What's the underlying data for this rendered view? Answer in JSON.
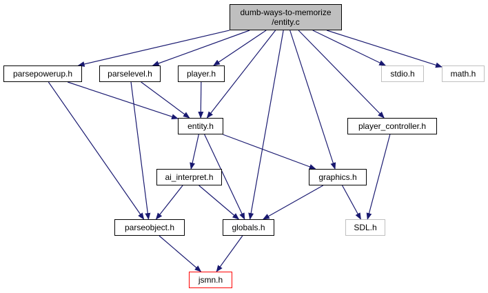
{
  "graph": {
    "root": {
      "line1": "dumb-ways-to-memorize",
      "line2": "/entity.c"
    },
    "nodes": {
      "parsepowerup": "parsepowerup.h",
      "parselevel": "parselevel.h",
      "player": "player.h",
      "entity": "entity.h",
      "stdio": "stdio.h",
      "math": "math.h",
      "player_controller": "player_controller.h",
      "ai_interpret": "ai_interpret.h",
      "graphics": "graphics.h",
      "parseobject": "parseobject.h",
      "globals": "globals.h",
      "sdl": "SDL.h",
      "jsmn": "jsmn.h"
    },
    "edges": [
      [
        "root",
        "parsepowerup"
      ],
      [
        "root",
        "parselevel"
      ],
      [
        "root",
        "player"
      ],
      [
        "root",
        "entity"
      ],
      [
        "root",
        "stdio"
      ],
      [
        "root",
        "math"
      ],
      [
        "root",
        "player_controller"
      ],
      [
        "root",
        "graphics"
      ],
      [
        "root",
        "globals"
      ],
      [
        "parsepowerup",
        "entity"
      ],
      [
        "parsepowerup",
        "parseobject"
      ],
      [
        "parselevel",
        "entity"
      ],
      [
        "parselevel",
        "parseobject"
      ],
      [
        "player",
        "entity"
      ],
      [
        "entity",
        "ai_interpret"
      ],
      [
        "entity",
        "graphics"
      ],
      [
        "entity",
        "globals"
      ],
      [
        "player_controller",
        "sdl"
      ],
      [
        "ai_interpret",
        "parseobject"
      ],
      [
        "ai_interpret",
        "globals"
      ],
      [
        "graphics",
        "globals"
      ],
      [
        "graphics",
        "sdl"
      ],
      [
        "parseobject",
        "jsmn"
      ],
      [
        "globals",
        "jsmn"
      ]
    ],
    "colors": {
      "edge": "#191970",
      "root_fill": "#bfbfbf",
      "node_border": "#000000",
      "external_border": "#bfbfbf",
      "missing_border": "#ff0000"
    }
  }
}
